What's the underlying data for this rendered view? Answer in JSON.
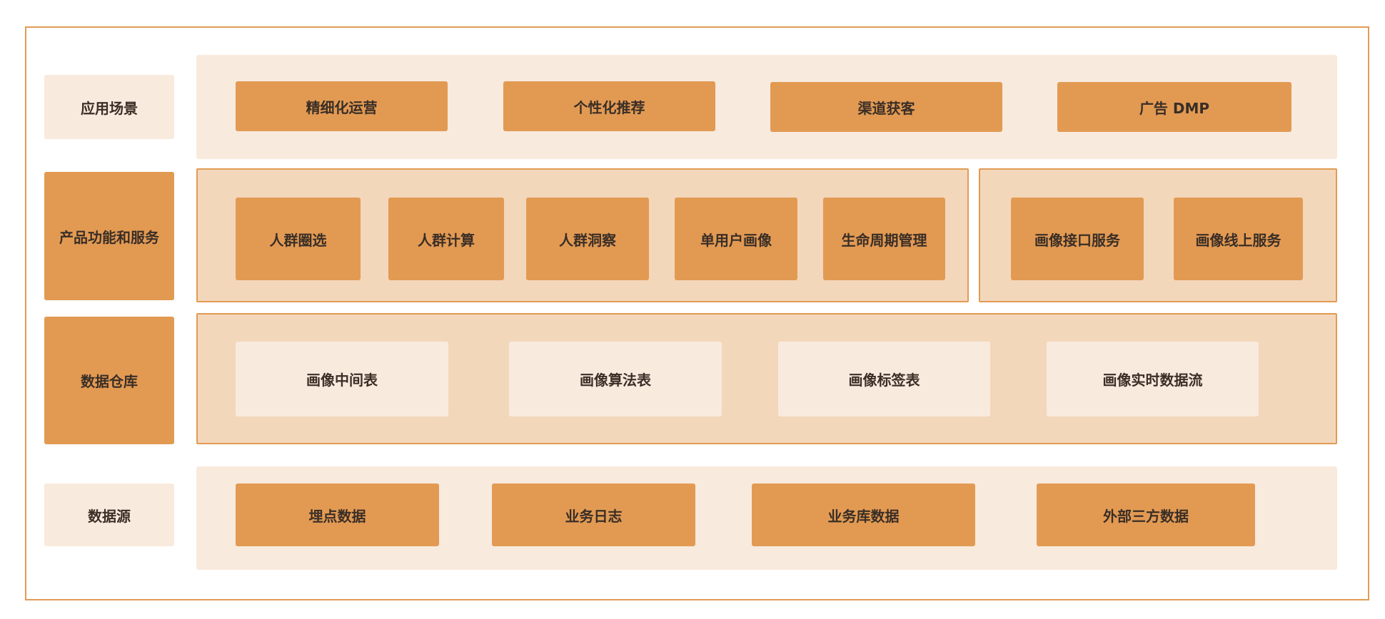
{
  "colors": {
    "accent": "#e29a53",
    "light": "#f8eadd",
    "panel": "#f3d7bb",
    "border": "#e29b55",
    "text": "#3a2e26"
  },
  "layers": [
    {
      "label": "应用场景",
      "items": [
        "精细化运营",
        "个性化推荐",
        "渠道获客",
        "广告 DMP"
      ]
    },
    {
      "label": "产品功能和服务",
      "groups": [
        [
          "人群圈选",
          "人群计算",
          "人群洞察",
          "单用户画像",
          "生命周期管理"
        ],
        [
          "画像接口服务",
          "画像线上服务"
        ]
      ]
    },
    {
      "label": "数据仓库",
      "items": [
        "画像中间表",
        "画像算法表",
        "画像标签表",
        "画像实时数据流"
      ]
    },
    {
      "label": "数据源",
      "items": [
        "埋点数据",
        "业务日志",
        "业务库数据",
        "外部三方数据"
      ]
    }
  ]
}
